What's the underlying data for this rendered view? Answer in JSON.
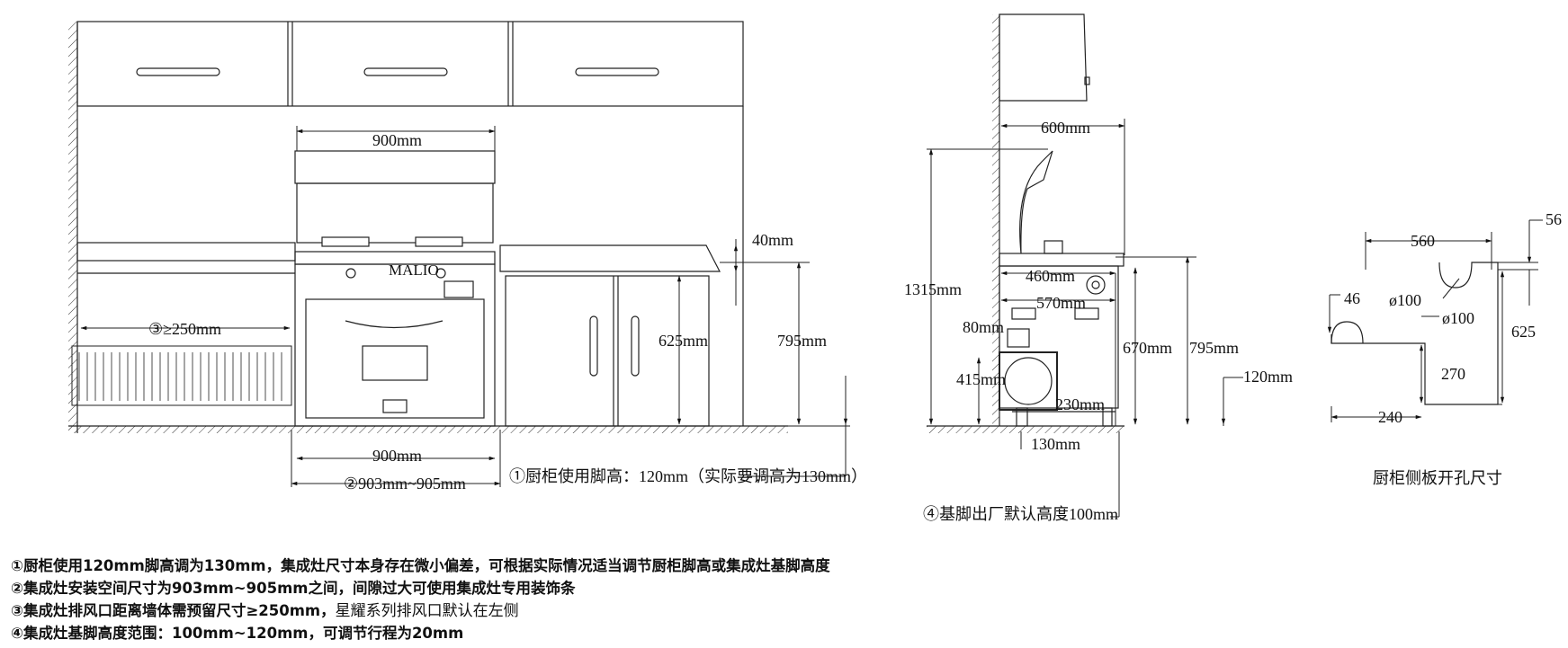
{
  "dimensions": {
    "front": {
      "width_top": "900mm",
      "width_bottom": "900mm",
      "install_space": "②903mm~905mm",
      "exhaust_clearance": "③≥250mm",
      "counter_thickness": "40mm",
      "cabinet_height": "625mm",
      "total_height": "795mm",
      "plinth_note": "①厨柜使用脚高：120mm（实际要调高为130mm）"
    },
    "side": {
      "depth": "600mm",
      "overall_height": "1315mm",
      "top_depth": "460mm",
      "body_depth": "570mm",
      "pipe_offset": "80mm",
      "outlet_height": "415mm",
      "outlet_depth": "230mm",
      "foot_offset": "130mm",
      "body_height": "670mm",
      "total_height": "795mm",
      "plinth": "120mm",
      "foot_note": "④基脚出厂默认高度100mm"
    },
    "panel": {
      "width": "560",
      "top_offset": "56",
      "left_offset": "46",
      "hole_top": "ø100",
      "hole_side": "ø100",
      "height": "625",
      "hole_height": "270",
      "hole_x": "240",
      "caption": "厨柜侧板开孔尺寸"
    }
  },
  "brand_mark": "MALIO",
  "notes": [
    {
      "bold": "①厨柜使用120mm脚高调为130mm，集成灶尺寸本身存在微小偏差，可根据实际情况适当调节厨柜脚高或集成灶基脚高度",
      "plain": ""
    },
    {
      "bold": "②集成灶安装空间尺寸为903mm~905mm之间，间隙过大可使用集成灶专用装饰条",
      "plain": ""
    },
    {
      "bold": "③集成灶排风口距离墙体需预留尺寸≥250mm，",
      "plain": "星耀系列排风口默认在左侧"
    },
    {
      "bold": "④集成灶基脚高度范围：100mm~120mm，可调节行程为20mm",
      "plain": ""
    }
  ]
}
